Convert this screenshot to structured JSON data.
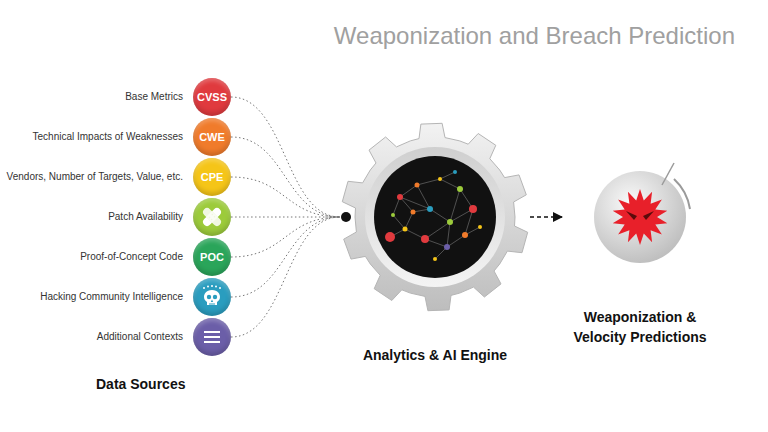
{
  "diagram": {
    "title": "Weaponization and Breach Prediction",
    "nodes": [
      {
        "text": [
          "Base Metrics",
          "CVSS"
        ]
      },
      {
        "text": [
          "Technical Impacts of Weaknesses",
          "CWE"
        ]
      },
      {
        "text": [
          "Vendors, Number of Targets, Value, etc.",
          "CPE"
        ]
      },
      {
        "text": [
          "Patch Availability"
        ]
      },
      {
        "text": [
          "Proof-of-Concept Code",
          "POC"
        ]
      },
      {
        "text": [
          "Hacking Community Intelligence"
        ]
      },
      {
        "text": [
          "Additional Contexts"
        ]
      },
      {
        "text": [
          "Analytics & AI Engine"
        ]
      },
      {
        "text": [
          "Weaponization & Velocity Predictions"
        ]
      }
    ],
    "edges": [
      {
        "from": 0,
        "to": 7,
        "arrow": "none"
      },
      {
        "from": 1,
        "to": 7,
        "arrow": "none"
      },
      {
        "from": 2,
        "to": 7,
        "arrow": "none"
      },
      {
        "from": 3,
        "to": 7,
        "arrow": "none"
      },
      {
        "from": 4,
        "to": 7,
        "arrow": "none"
      },
      {
        "from": 5,
        "to": 7,
        "arrow": "none"
      },
      {
        "from": 6,
        "to": 7,
        "arrow": "none"
      },
      {
        "from": 7,
        "to": 8,
        "arrow": "to"
      }
    ],
    "labels": [
      "Data Sources"
    ]
  }
}
